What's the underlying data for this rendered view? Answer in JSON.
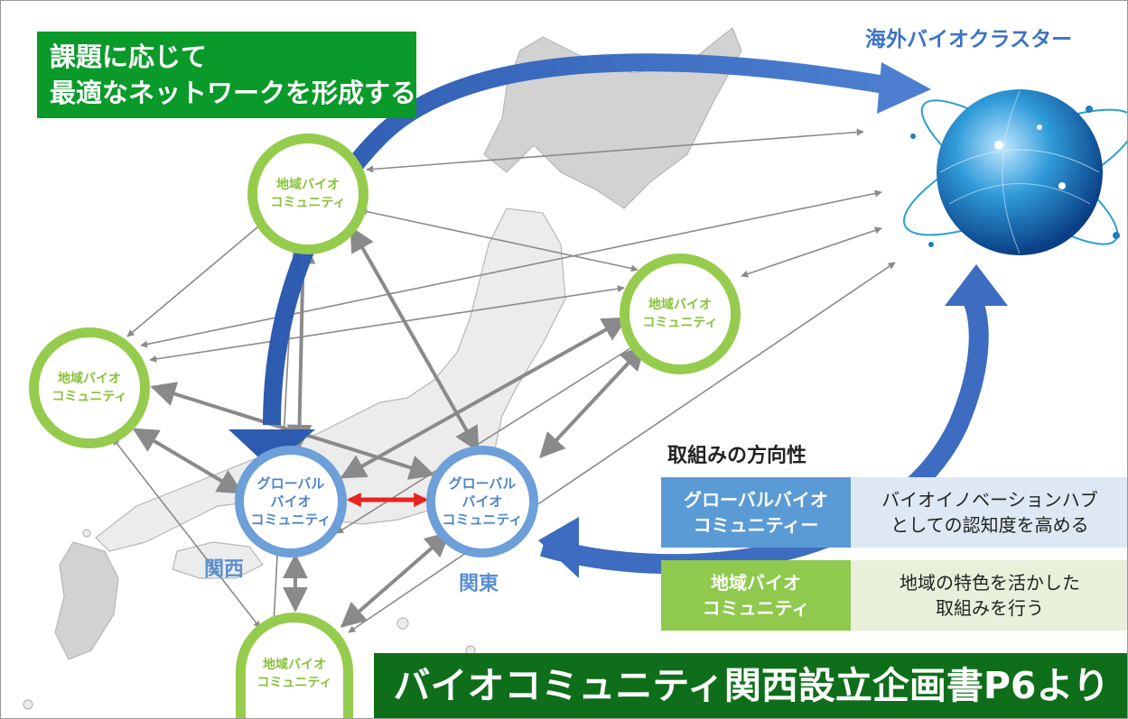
{
  "headline": {
    "line1": "課題に応じて",
    "line2": "最適なネットワークを形成する"
  },
  "cluster": {
    "label": "海外バイオクラスター"
  },
  "nodes": {
    "local_north": {
      "line1": "地域バイオ",
      "line2": "コミュニティ"
    },
    "local_east": {
      "line1": "地域バイオ",
      "line2": "コミュニティ"
    },
    "local_west": {
      "line1": "地域バイオ",
      "line2": "コミュニティ"
    },
    "local_south": {
      "line1": "地域バイオ",
      "line2": "コミュニティ"
    },
    "global_kansai": {
      "line1": "グローバル",
      "line2": "バイオ",
      "line3": "コミュニティ"
    },
    "global_kanto": {
      "line1": "グローバル",
      "line2": "バイオ",
      "line3": "コミュニティ"
    }
  },
  "regions": {
    "kansai": "関西",
    "kanto": "関東"
  },
  "direction": {
    "title": "取組みの方向性",
    "global": {
      "label_line1": "グローバルバイオ",
      "label_line2": "コミュニティー",
      "desc_line1": "バイオイノベーションハブ",
      "desc_line2": "としての認知度を高める"
    },
    "local": {
      "label_line1": "地域バイオ",
      "label_line2": "コミュニティ",
      "desc_line1": "地域の特色を活かした",
      "desc_line2": "取組みを行う"
    }
  },
  "banner": {
    "text": "バイオコミュニティ関西設立企画書P6より"
  },
  "colors": {
    "headline_bg": "#0a9a2a",
    "banner_bg": "#0f6e1a",
    "local_ring": "#96cc4d",
    "global_ring": "#6d9fd8",
    "big_arrow": "#3d6cc0",
    "connector_red": "#e8231f",
    "connector_gray": "#8a8a8a"
  }
}
